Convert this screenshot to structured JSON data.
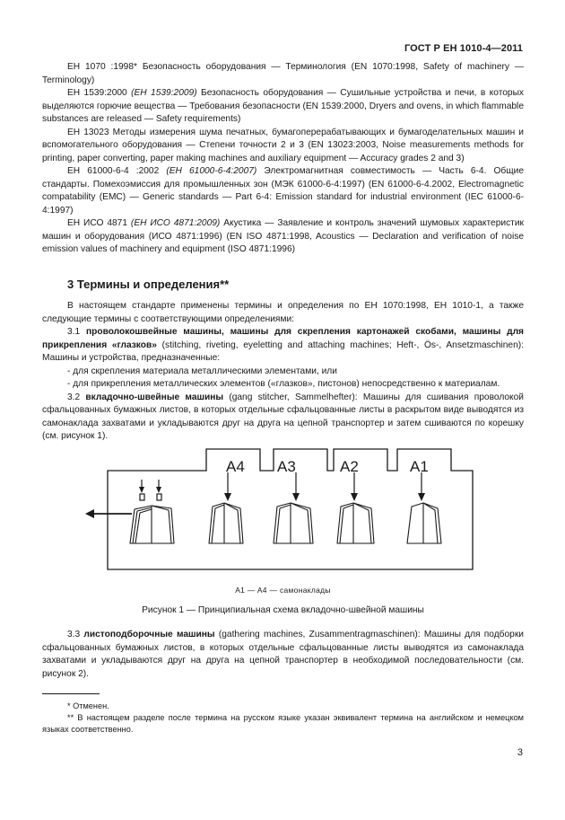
{
  "header": {
    "standard_code": "ГОСТ Р ЕН 1010-4—2011"
  },
  "references": [
    {
      "number": "ЕН 1070 :1998*",
      "italic": "",
      "text": " Безопасность оборудования — Терминология (EN 1070:1998, Safety of machinery — Terminology)"
    },
    {
      "number": "ЕН 1539:2000",
      "italic": " (EH 1539:2009)",
      "text": " Безопасность оборудования — Сушильные устройства и печи, в которых выделяются горючие вещества — Требования безопасности (EN 1539:2000, Dryers and ovens, in which flammable substances are released — Safety requirements)"
    },
    {
      "number": "ЕН 13023",
      "italic": "",
      "text": " Методы измерения шума печатных, бумагоперерабатывающих и бумагоделательных машин и вспомогательного оборудования — Степени точности 2 и 3 (EN 13023:2003, Noise measurements methods for printing, paper converting, paper making machines and auxiliary equipment — Accuracy grades 2 and 3)"
    },
    {
      "number": "ЕН 61000-6-4 :2002",
      "italic": " (EH 61000-6-4:2007)",
      "text": " Электромагнитная совместимость — Часть 6-4. Общие стандарты. Помехоэмиссия для промышленных зон (МЭК 61000-6-4:1997) (EN 61000-6-4.2002, Electromagnetic compatability (EMC) — Generic standards — Part 6-4: Emission standard for industrial environment (IEC 61000-6-4:1997)"
    },
    {
      "number": "ЕН ИСО 4871",
      "italic": " (ЕН ИСО 4871:2009)",
      "text": " Акустика — Заявление и контроль значений шумовых характеристик машин и оборудования (ИСО 4871:1996) (EN ISO 4871:1998, Acoustics — Declaration and verification of noise emission values of machinery and equipment (ISO 4871:1996)"
    }
  ],
  "section": {
    "title": "3 Термины и определения**",
    "intro": "В настоящем стандарте применены термины и определения по ЕН 1070:1998, ЕН 1010-1, а также следующие термины с соответствующими определениями:",
    "term_3_1": {
      "num": "3.1 ",
      "term": "проволокошвейные машины, машины для скрепления картонажей скобами, машины для прикрепления «глазков»",
      "rest": " (stitching, riveting, eyeletting and attaching machines; Heft-, Ös-, Ansetzmaschinen): Машины и устройства, предназначенные:",
      "item1": "- для скрепления материала металлическими элементами, или",
      "item2": "- для прикрепления металлических элементов («глазков», пистонов) непосредственно к материалам."
    },
    "term_3_2": {
      "num": "3.2 ",
      "term": "вкладочно-швейные машины",
      "rest": " (gang stitcher, Sammelhefter): Машины для сшивания проволокой сфальцованных бумажных листов, в которых отдельные сфальцованные листы в раскрытом виде выводятся из самонаклада захватами и укладываются друг на друга на цепной транспортер и затем сшиваются по корешку (см. рисунок 1)."
    },
    "term_3_3": {
      "num": "3.3 ",
      "term": "листоподборочные машины",
      "rest": " (gathering machines, Zusammentragmaschinen): Машины для подборки сфальцованных бумажных листов, в которых отдельные сфальцованные листы выводятся из самонаклада захватами и укладываются друг на друга на цепной транспортер в необходимой последовательности (см. рисунок 2)."
    }
  },
  "figure": {
    "labels": [
      "A4",
      "A3",
      "A2",
      "A1"
    ],
    "legend": "A1 — A4 — самонаклады",
    "caption": "Рисунок 1 — Принципиальная схема вкладочно-швейной машины"
  },
  "footnotes": {
    "note1": "* Отменен.",
    "note2": "** В настоящем разделе после термина на русском языке указан эквивалент термина на английском и немецком языках соответственно."
  },
  "page_number": "3"
}
